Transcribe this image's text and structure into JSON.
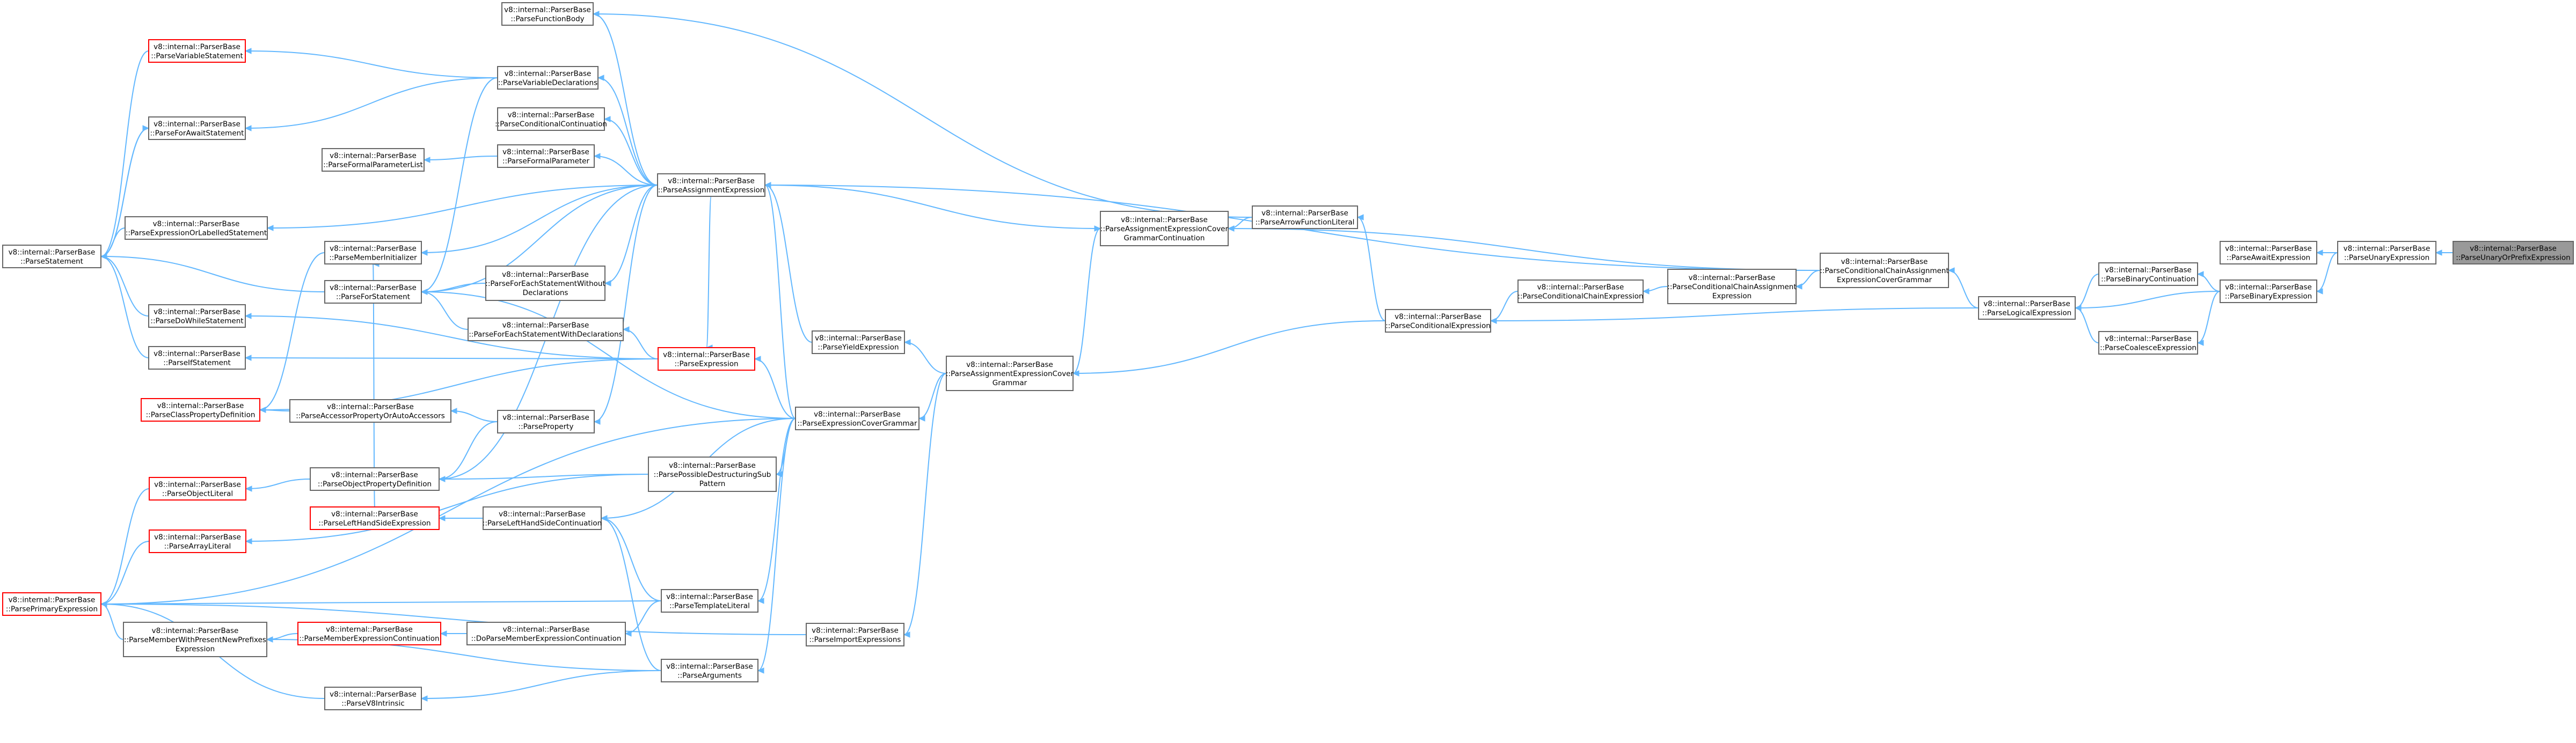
{
  "diagram": {
    "nodes": {
      "root": [
        "v8::internal::ParserBase",
        "::ParseUnaryOrPrefixExpression"
      ],
      "unary": [
        "v8::internal::ParserBase",
        "::ParseUnaryExpression"
      ],
      "await": [
        "v8::internal::ParserBase",
        "::ParseAwaitExpression"
      ],
      "binary": [
        "v8::internal::ParserBase",
        "::ParseBinaryExpression"
      ],
      "binarycont": [
        "v8::internal::ParserBase",
        "::ParseBinaryContinuation"
      ],
      "coalesce": [
        "v8::internal::ParserBase",
        "::ParseCoalesceExpression"
      ],
      "logical": [
        "v8::internal::ParserBase",
        "::ParseLogicalExpression"
      ],
      "condchainacg": [
        "v8::internal::ParserBase",
        "::ParseConditionalChainAssignment",
        "ExpressionCoverGrammar"
      ],
      "condchainae": [
        "v8::internal::ParserBase",
        "::ParseConditionalChainAssignment",
        "Expression"
      ],
      "condchain": [
        "v8::internal::ParserBase",
        "::ParseConditionalChainExpression"
      ],
      "conditional": [
        "v8::internal::ParserBase",
        "::ParseConditionalExpression"
      ],
      "arrowlit": [
        "v8::internal::ParserBase",
        "::ParseArrowFunctionLiteral"
      ],
      "aecgcont": [
        "v8::internal::ParserBase",
        "::ParseAssignmentExpressionCover",
        "GrammarContinuation"
      ],
      "aecg": [
        "v8::internal::ParserBase",
        "::ParseAssignmentExpressionCover",
        "Grammar"
      ],
      "yield": [
        "v8::internal::ParserBase",
        "::ParseYieldExpression"
      ],
      "import": [
        "v8::internal::ParserBase",
        "::ParseImportExpressions"
      ],
      "assign": [
        "v8::internal::ParserBase",
        "::ParseAssignmentExpression"
      ],
      "ecg": [
        "v8::internal::ParserBase",
        "::ParseExpressionCoverGrammar"
      ],
      "expr": [
        "v8::internal::ParserBase",
        "::ParseExpression"
      ],
      "fnbody": [
        "v8::internal::ParserBase",
        "::ParseFunctionBody"
      ],
      "vardecl": [
        "v8::internal::ParserBase",
        "::ParseVariableDeclarations"
      ],
      "condcont": [
        "v8::internal::ParserBase",
        "::ParseConditionalContinuation"
      ],
      "formalparam": [
        "v8::internal::ParserBase",
        "::ParseFormalParameter"
      ],
      "formalparamlist": [
        "v8::internal::ParserBase",
        "::ParseFormalParameterList"
      ],
      "varstmt": [
        "v8::internal::ParserBase",
        "::ParseVariableStatement"
      ],
      "forawait": [
        "v8::internal::ParserBase",
        "::ParseForAwaitStatement"
      ],
      "exprlabeled": [
        "v8::internal::ParserBase",
        "::ParseExpressionOrLabelledStatement"
      ],
      "statement": [
        "v8::internal::ParserBase",
        "::ParseStatement"
      ],
      "meminit": [
        "v8::internal::ParserBase",
        "::ParseMemberInitializer"
      ],
      "forstmt": [
        "v8::internal::ParserBase",
        "::ParseForStatement"
      ],
      "foreachwithout": [
        "v8::internal::ParserBase",
        "::ParseForEachStatementWithout",
        "Declarations"
      ],
      "foreachwith": [
        "v8::internal::ParserBase",
        "::ParseForEachStatementWithDeclarations"
      ],
      "dowhile": [
        "v8::internal::ParserBase",
        "::ParseDoWhileStatement"
      ],
      "ifstmt": [
        "v8::internal::ParserBase",
        "::ParseIfStatement"
      ],
      "classprop": [
        "v8::internal::ParserBase",
        "::ParseClassPropertyDefinition"
      ],
      "accessor": [
        "v8::internal::ParserBase",
        "::ParseAccessorPropertyOrAutoAccessors"
      ],
      "property": [
        "v8::internal::ParserBase",
        "::ParseProperty"
      ],
      "objprop": [
        "v8::internal::ParserBase",
        "::ParseObjectPropertyDefinition"
      ],
      "objlit": [
        "v8::internal::ParserBase",
        "::ParseObjectLiteral"
      ],
      "lhs": [
        "v8::internal::ParserBase",
        "::ParseLeftHandSideExpression"
      ],
      "lhscont": [
        "v8::internal::ParserBase",
        "::ParseLeftHandSideContinuation"
      ],
      "possibledestr": [
        "v8::internal::ParserBase",
        "::ParsePossibleDestructuringSub",
        "Pattern"
      ],
      "arraylit": [
        "v8::internal::ParserBase",
        "::ParseArrayLiteral"
      ],
      "primary": [
        "v8::internal::ParserBase",
        "::ParsePrimaryExpression"
      ],
      "memberwithnew": [
        "v8::internal::ParserBase",
        "::ParseMemberWithPresentNewPrefixes",
        "Expression"
      ],
      "memberexprcont": [
        "v8::internal::ParserBase",
        "::ParseMemberExpressionContinuation"
      ],
      "domemberexprcont": [
        "v8::internal::ParserBase",
        "::DoParseMemberExpressionContinuation"
      ],
      "template": [
        "v8::internal::ParserBase",
        "::ParseTemplateLiteral"
      ],
      "arguments": [
        "v8::internal::ParserBase",
        "::ParseArguments"
      ],
      "v8intrinsic": [
        "v8::internal::ParserBase",
        "::ParseV8Intrinsic"
      ]
    },
    "colors": {
      "edge": "#63b8ff",
      "node_border": "#666666",
      "highlight_border": "#ff0000",
      "root_fill": "#999999"
    }
  }
}
